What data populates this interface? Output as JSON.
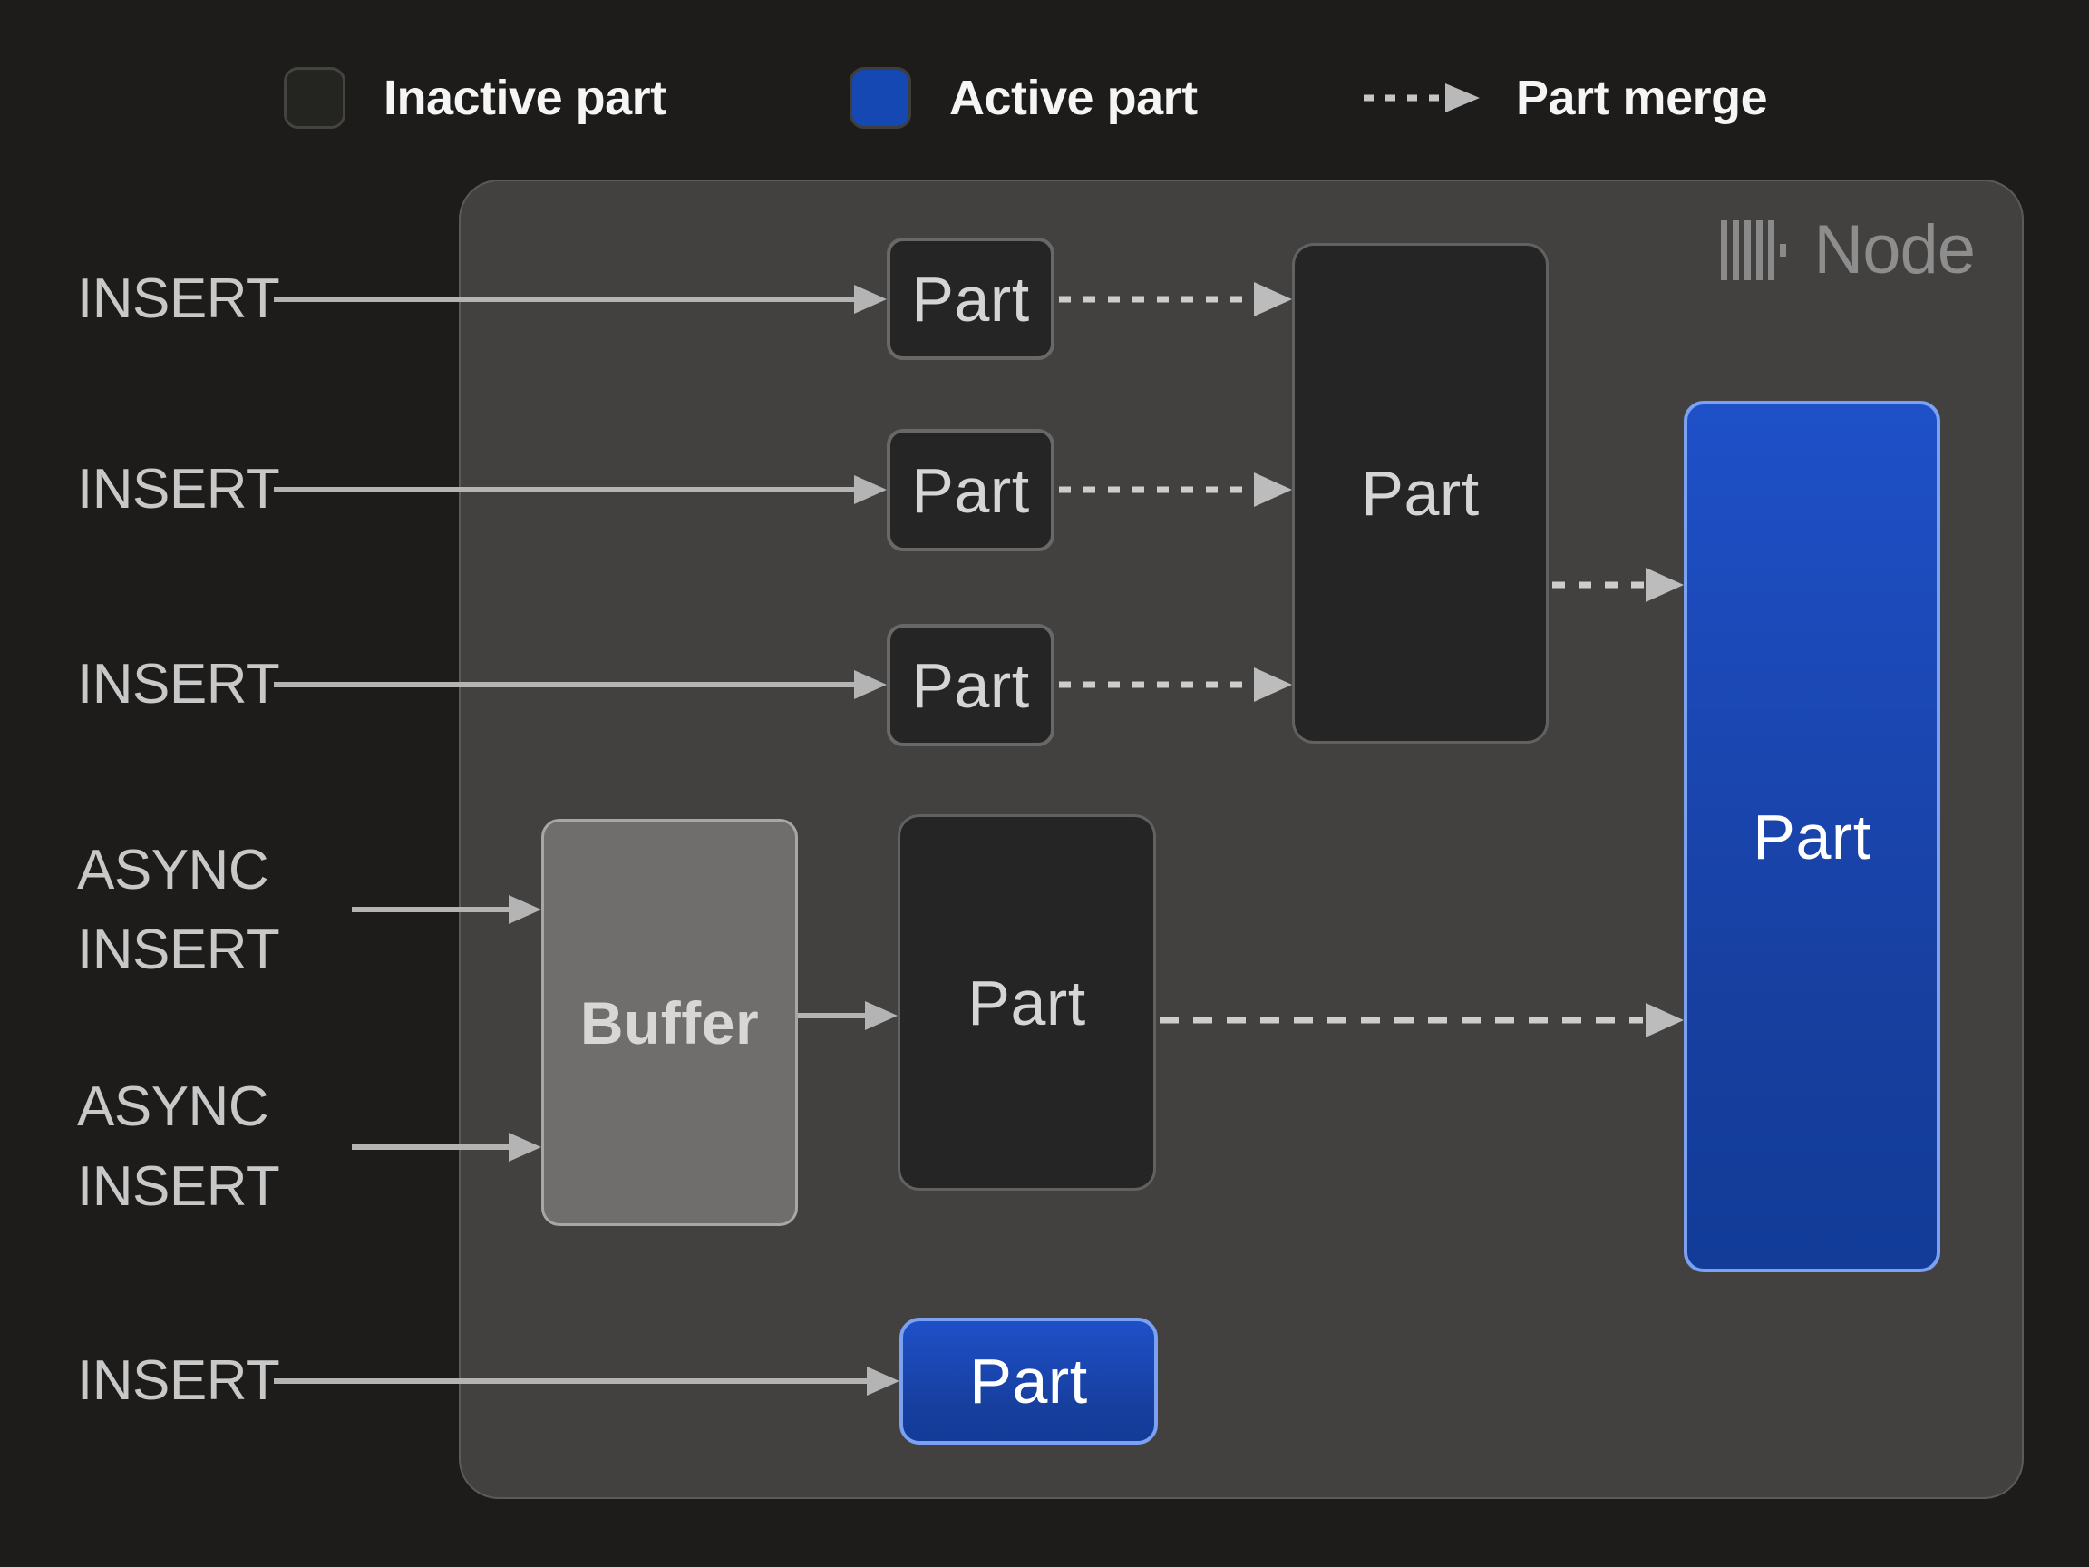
{
  "legend": {
    "inactive_label": "Inactive part",
    "active_label": "Active part",
    "merge_label": "Part merge"
  },
  "node": {
    "title": "Node"
  },
  "inputs": {
    "insert_1": "INSERT",
    "insert_2": "INSERT",
    "insert_3": "INSERT",
    "async_1": {
      "line1": "ASYNC",
      "line2": "INSERT"
    },
    "async_2": {
      "line1": "ASYNC",
      "line2": "INSERT"
    },
    "insert_bottom": "INSERT"
  },
  "boxes": {
    "part_1": "Part",
    "part_2": "Part",
    "part_3": "Part",
    "merged_part": "Part",
    "buffer": "Buffer",
    "buffered_part": "Part",
    "active_part_large": "Part",
    "active_part_small": "Part"
  },
  "colors": {
    "background": "#1d1c1b",
    "node_fill": "#424140",
    "inactive_part_fill": "#262525",
    "inactive_part_border": "#686868",
    "active_blue": "#1548b2",
    "active_gradient_top": "#1e50c8",
    "active_gradient_bottom": "#123c98",
    "active_border": "#7ba1f2",
    "buffer_fill": "#6f6e6d",
    "buffer_border": "#a8a7a6",
    "solid_arrow": "#b4b4b4",
    "merge_arrow": "#cdcdcd"
  }
}
